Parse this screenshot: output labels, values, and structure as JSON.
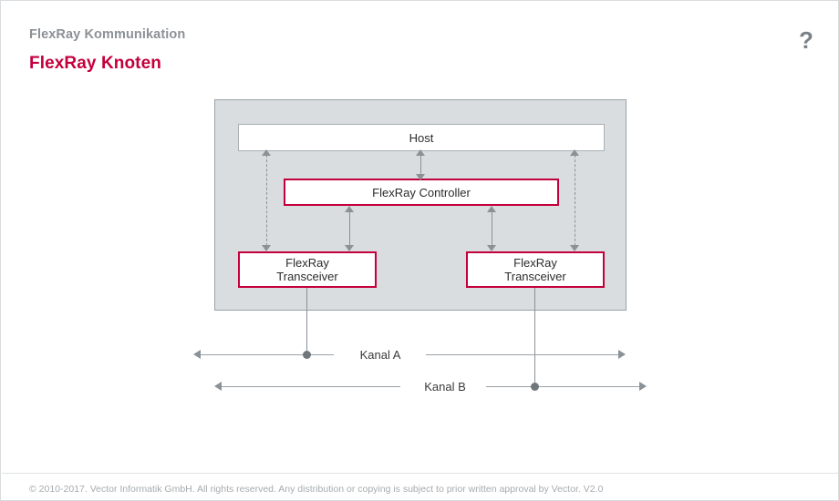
{
  "header": {
    "subtitle": "FlexRay Kommunikation",
    "title": "FlexRay Knoten",
    "help_glyph": "?",
    "subtitle_color": "#8c9196",
    "title_color": "#c4003c"
  },
  "diagram": {
    "panel_fill": "#d9dddf",
    "panel_border": "#9aa2a7",
    "accent_color": "#c4003c",
    "line_color": "#8a9197",
    "blocks": {
      "host": "Host",
      "controller": "FlexRay Controller",
      "transceiver_left_line1": "FlexRay",
      "transceiver_left_line2": "Transceiver",
      "transceiver_right_line1": "FlexRay",
      "transceiver_right_line2": "Transceiver"
    },
    "channels": {
      "a": "Kanal A",
      "b": "Kanal B"
    }
  },
  "footer": {
    "copyright": "© 2010-2017. Vector Informatik GmbH. All rights reserved. Any distribution or copying is subject to prior written approval by Vector. V2.0"
  }
}
